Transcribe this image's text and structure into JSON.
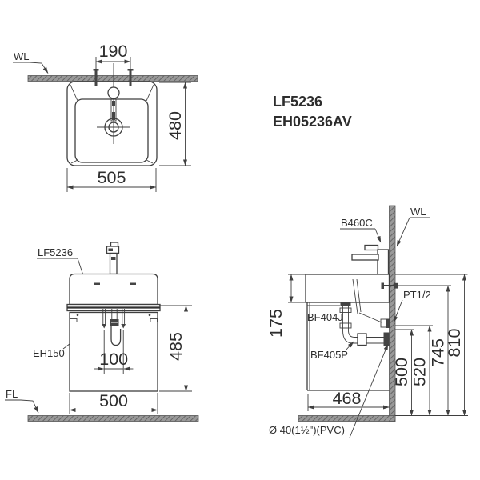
{
  "title": "lavatory-installation-drawing",
  "colors": {
    "line": "#3f3f3f",
    "text": "#2d2d2d",
    "hatch_fill": "#999999"
  },
  "product_codes": {
    "line1": "LF5236",
    "line2": "EH05236AV"
  },
  "top_view": {
    "wall_label": "WL",
    "dim_faucet_spacing": "190",
    "dim_width": "505",
    "dim_depth": "480"
  },
  "front_view": {
    "basin_label": "LF5236",
    "cabinet_label": "EH150",
    "floor_label": "FL",
    "dim_drain_spacing": "100",
    "dim_width": "500",
    "dim_height": "485"
  },
  "side_view": {
    "faucet_label": "B460C",
    "wall_label": "WL",
    "supply_label": "PT1/2",
    "drain_label": "BF404J",
    "trap_label": "BF405P",
    "pipe_label": "Ø 40(1½\")(PVC)",
    "dim_basin_height": "175",
    "dim_depth": "468",
    "dim_drain_height": "500",
    "dim_supply_height": "520",
    "dim_bracket_height": "745",
    "dim_rim_height": "810"
  }
}
